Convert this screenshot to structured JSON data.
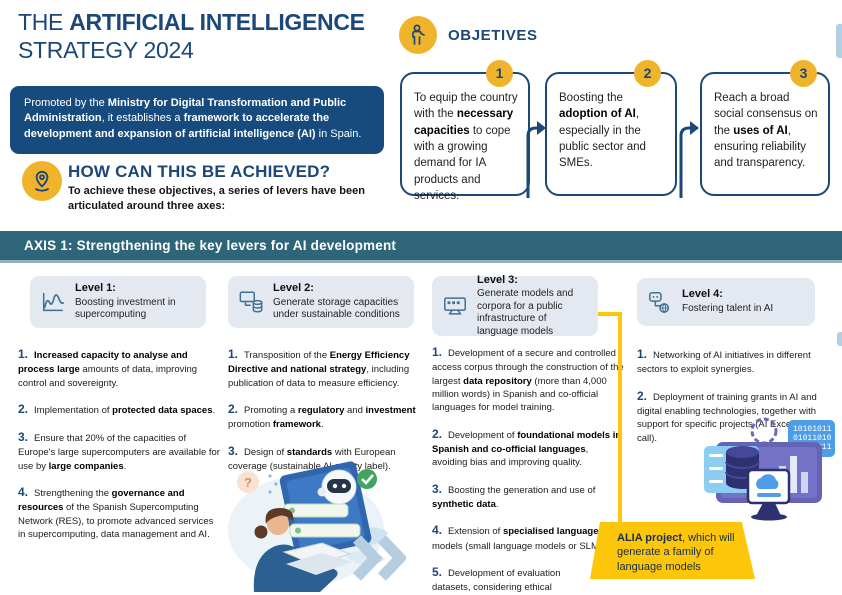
{
  "header": {
    "title_line1_html": "THE <b>ARTIFICIAL INTELLIGENCE</b>",
    "title_line2": "STRATEGY 2024",
    "intro_html": "Promoted by the <b>Ministry for Digital Transformation and Public Administration</b>, it establishes a <b>framework to accelerate the development and expansion of artificial intelligence (AI)</b> in Spain."
  },
  "objectives": {
    "label": "OBJETIVES",
    "items": [
      {
        "number": "1",
        "text_html": "To equip the country with the <b>necessary capacities</b> to cope with a growing demand for IA products and services."
      },
      {
        "number": "2",
        "text_html": "Boosting the <b>adoption of AI</b>, especially in the public sector and SMEs."
      },
      {
        "number": "3",
        "text_html": "Reach a broad social consensus on the <b>uses of AI</b>, ensuring reliability and transparency."
      }
    ]
  },
  "how": {
    "heading": "HOW CAN THIS BE ACHIEVED?",
    "subtext": "To achieve these objectives, a series of levers have been articulated around three axes:"
  },
  "axis": {
    "banner": "AXIS 1: Strengthening the key levers for AI development",
    "levels": [
      {
        "label": "Level 1:",
        "title": "Boosting investment in supercomputing",
        "icon": "line-chart-icon"
      },
      {
        "label": "Level 2:",
        "title": "Generate storage capacities under sustainable conditions",
        "icon": "storage-icon"
      },
      {
        "label": "Level 3:",
        "title": "Generate models and corpora for a public infrastructure of language models",
        "icon": "monitor-icon"
      },
      {
        "label": "Level 4:",
        "title": "Fostering talent in AI",
        "icon": "robot-icon"
      }
    ],
    "columns": [
      {
        "items": [
          {
            "num": "1.",
            "html": "<b>Increased capacity to analyse and process large</b> amounts of data, improving control and sovereignty."
          },
          {
            "num": "2.",
            "html": "Implementation of <b>protected data spaces</b>."
          },
          {
            "num": "3.",
            "html": "Ensure that 20% of the capacities of Europe's large supercomputers are available for use by <b>large companies</b>."
          },
          {
            "num": "4.",
            "html": "Strengthening the <b>governance and resources</b> of the Spanish Supercomputing Network (RES), to promote advanced services in supercomputing, data management and AI."
          }
        ]
      },
      {
        "items": [
          {
            "num": "1.",
            "html": "Transposition of the <b>Energy Efficiency Directive and national strategy</b>, including publication of data to measure efficiency."
          },
          {
            "num": "2.",
            "html": "Promoting a <b>regulatory</b> and <b>investment</b> promotion <b>framework</b>."
          },
          {
            "num": "3.",
            "html": "Design of <b>standards</b> with European coverage (sustainable AI quality label)."
          }
        ]
      },
      {
        "items": [
          {
            "num": "1.",
            "html": "Development of a secure and controlled access corpus through the construction of the largest <b>data repository</b> (more than 4,000 million words) in Spanish and co-official languages for model training."
          },
          {
            "num": "2.",
            "html": "Development of <b>foundational models in Spanish and co-official languages</b>, avoiding bias and improving quality."
          },
          {
            "num": "3.",
            "html": "Boosting the generation and use of <b>synthetic data</b>."
          },
          {
            "num": "4.",
            "html": "Extension of <b>specialised language</b> models (small language models or SLMs)."
          },
          {
            "num": "5.",
            "html": "Development of evaluation datasets, considering ethical evaluation."
          }
        ]
      },
      {
        "items": [
          {
            "num": "1.",
            "html": "Networking of AI initiatives in different sectors to exploit synergies."
          },
          {
            "num": "2.",
            "html": "Deployment of training grants in AI and digital enabling technologies, together with support for specific projects (AI Excellent AI call)."
          }
        ]
      }
    ]
  },
  "callout": {
    "text_html": "<b>ALIA project</b>, which will generate a family of language models"
  },
  "illustration_code_lines": {
    "l1": "10101011",
    "l2": "01011010",
    "l3": "10101011"
  },
  "colors": {
    "navy": "#1b4779",
    "intro_bg": "#174b7e",
    "band_teal": "#2e6579",
    "badge_yellow": "#f0b42c",
    "accent_yellow": "#fdc60a",
    "level_bg": "#e4e9f1",
    "icon_slate": "#3f7191",
    "chevron_blue": "#b5cddf"
  }
}
